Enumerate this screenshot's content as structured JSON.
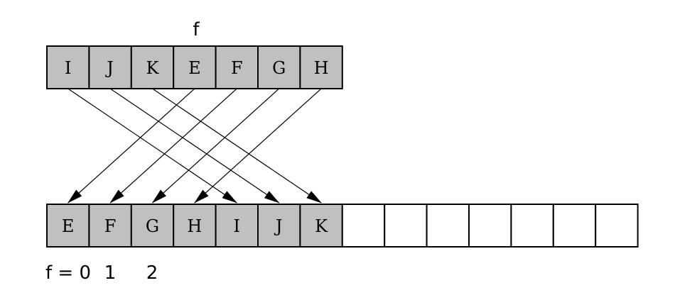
{
  "top_pointer_label": "f",
  "bottom_index_labels": [
    "f = 0",
    "1",
    "2"
  ],
  "top_array": {
    "cells": [
      "I",
      "J",
      "K",
      "E",
      "F",
      "G",
      "H"
    ]
  },
  "bottom_array": {
    "cells": [
      "E",
      "F",
      "G",
      "H",
      "I",
      "J",
      "K",
      "",
      "",
      "",
      "",
      "",
      "",
      ""
    ],
    "filled_count": 7
  },
  "copy_arrows": [
    {
      "from": 0,
      "to": 4
    },
    {
      "from": 1,
      "to": 5
    },
    {
      "from": 2,
      "to": 6
    },
    {
      "from": 3,
      "to": 0
    },
    {
      "from": 4,
      "to": 1
    },
    {
      "from": 5,
      "to": 2
    },
    {
      "from": 6,
      "to": 3
    }
  ],
  "colors": {
    "filled_cell": "#c0c0c0",
    "empty_cell": "#ffffff",
    "stroke": "#000000"
  }
}
